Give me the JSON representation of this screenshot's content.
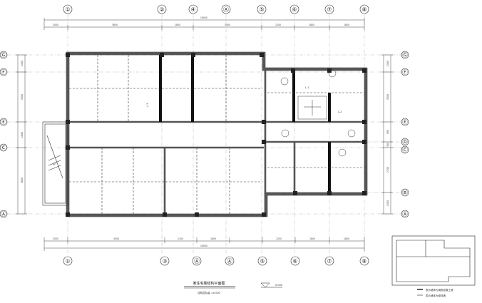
{
  "top_axes": [
    "①",
    "②",
    "④",
    "Ⓐ",
    "⑤",
    "⑥",
    "⑦",
    "⑧"
  ],
  "bottom_axes": [
    "①",
    "③",
    "Ⓐ",
    "Ⓐ",
    "⑤",
    "⑥",
    "⑦",
    "⑧"
  ],
  "left_axes": [
    "Ⓖ",
    "Ⓕ",
    "Ⓔ",
    "Ⓒ",
    "Ⓐ"
  ],
  "right_axes": [
    "Ⓖ",
    "Ⓕ",
    "Ⓔ",
    "Ⓓ",
    "Ⓒ",
    "Ⓑ",
    "Ⓐ"
  ],
  "top_total_dim": "16000",
  "bottom_total_dim": "16000",
  "top_dims": [
    "2000",
    "3600",
    "1800",
    "2400",
    "1200",
    "1800",
    "1800"
  ],
  "bottom_dims": [
    "2000",
    "4500",
    "2100",
    "1800",
    "1200",
    "1800",
    "1800"
  ],
  "left_dims": [
    "1500",
    "3300",
    "1800",
    "3600"
  ],
  "right_dims": [
    "1500",
    "3300",
    "900",
    "300",
    "2700",
    "1500"
  ],
  "title": "某住宅楼结构平面图",
  "subtitle": "结构层标高 ±0.000",
  "level_mark": "0.000",
  "legend_items": [
    "表示墙体为钢筋混凝土墙",
    "表示墙体为砌体墙"
  ],
  "notes": [
    "L-1",
    "L-2",
    "KL",
    "L-3"
  ]
}
